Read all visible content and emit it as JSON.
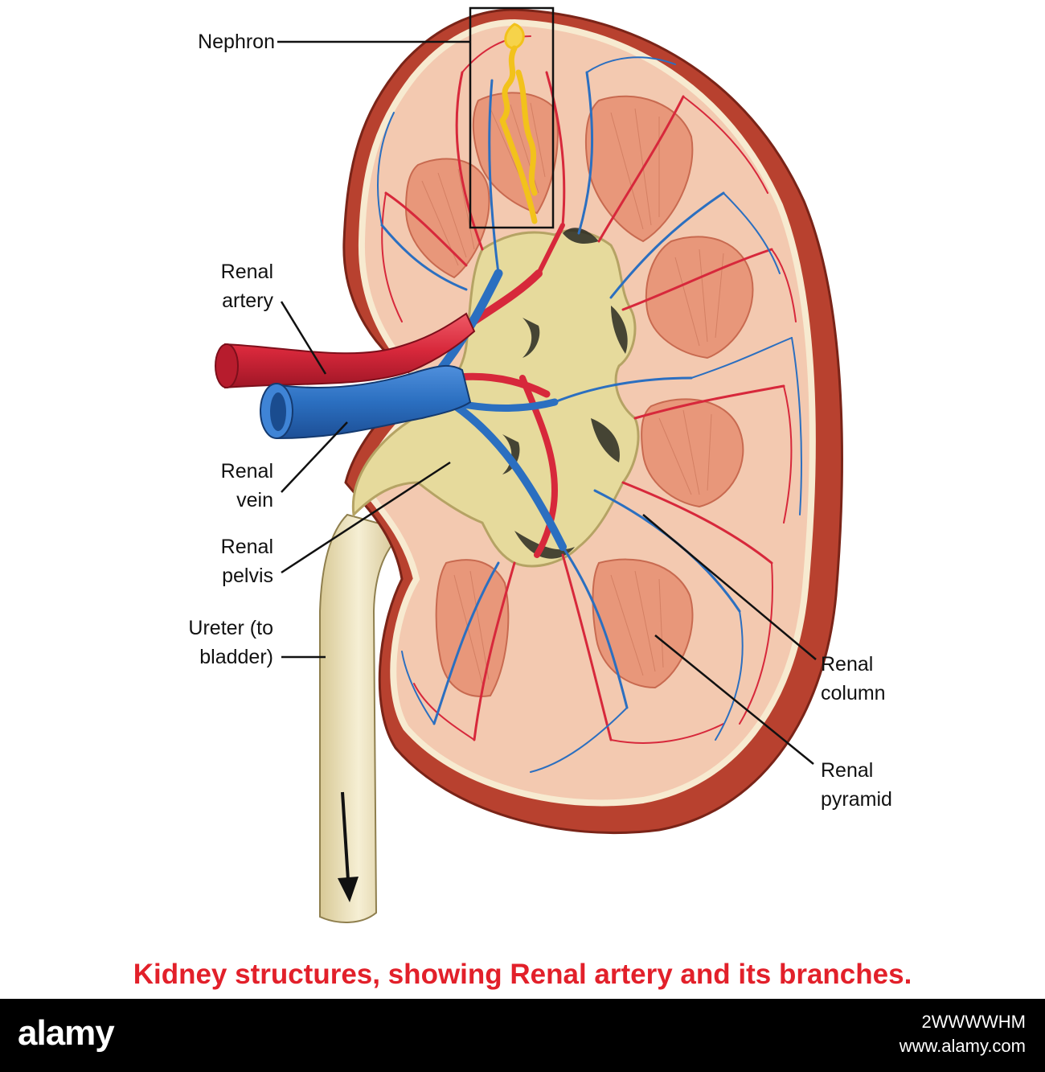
{
  "diagram": {
    "labels": {
      "nephron": "Nephron",
      "renal_artery": "Renal\nartery",
      "renal_vein": "Renal\nvein",
      "renal_pelvis": "Renal\npelvis",
      "ureter": "Ureter (to\nbladder)",
      "renal_column": "Renal\ncolumn",
      "renal_pyramid": "Renal\npyramid"
    },
    "caption": "Kidney structures, showing Renal artery and its branches.",
    "colors": {
      "capsule": "#b8412f",
      "cortex": "#f3c9b0",
      "pyramid": "#e8977a",
      "pelvis": "#e6da9c",
      "artery": "#d7283b",
      "vein": "#2b6fc0",
      "nephron": "#f2c21b",
      "ureter": "#ece2bc",
      "caption": "#e2202a"
    }
  },
  "footer": {
    "brand": "alamy",
    "stock_id": "2WWWWHM",
    "site": "www.alamy.com"
  }
}
